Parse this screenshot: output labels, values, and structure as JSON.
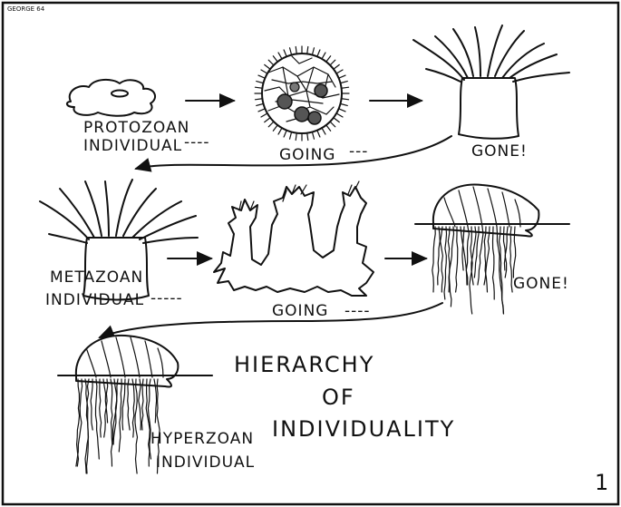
{
  "signature": "GEORGE 64",
  "figure_number": "1",
  "labels": {
    "protozoan_1": "PROTOZOAN",
    "protozoan_2": "INDIVIDUAL",
    "protozoan_dash": "----",
    "going_1": "GOING",
    "going_1_dash": "---",
    "gone_1": "GONE!",
    "metazoan_1": "METAZOAN",
    "metazoan_2": "INDIVIDUAL",
    "metazoan_dash": "-----",
    "going_2": "GOING",
    "going_2_dash": "----",
    "gone_2": "GONE!",
    "hyperzoan_1": "HYPERZOAN",
    "hyperzoan_2": "INDIVIDUAL"
  },
  "title": {
    "line1": "HIERARCHY",
    "line2": "OF",
    "line3": "INDIVIDUALITY"
  }
}
